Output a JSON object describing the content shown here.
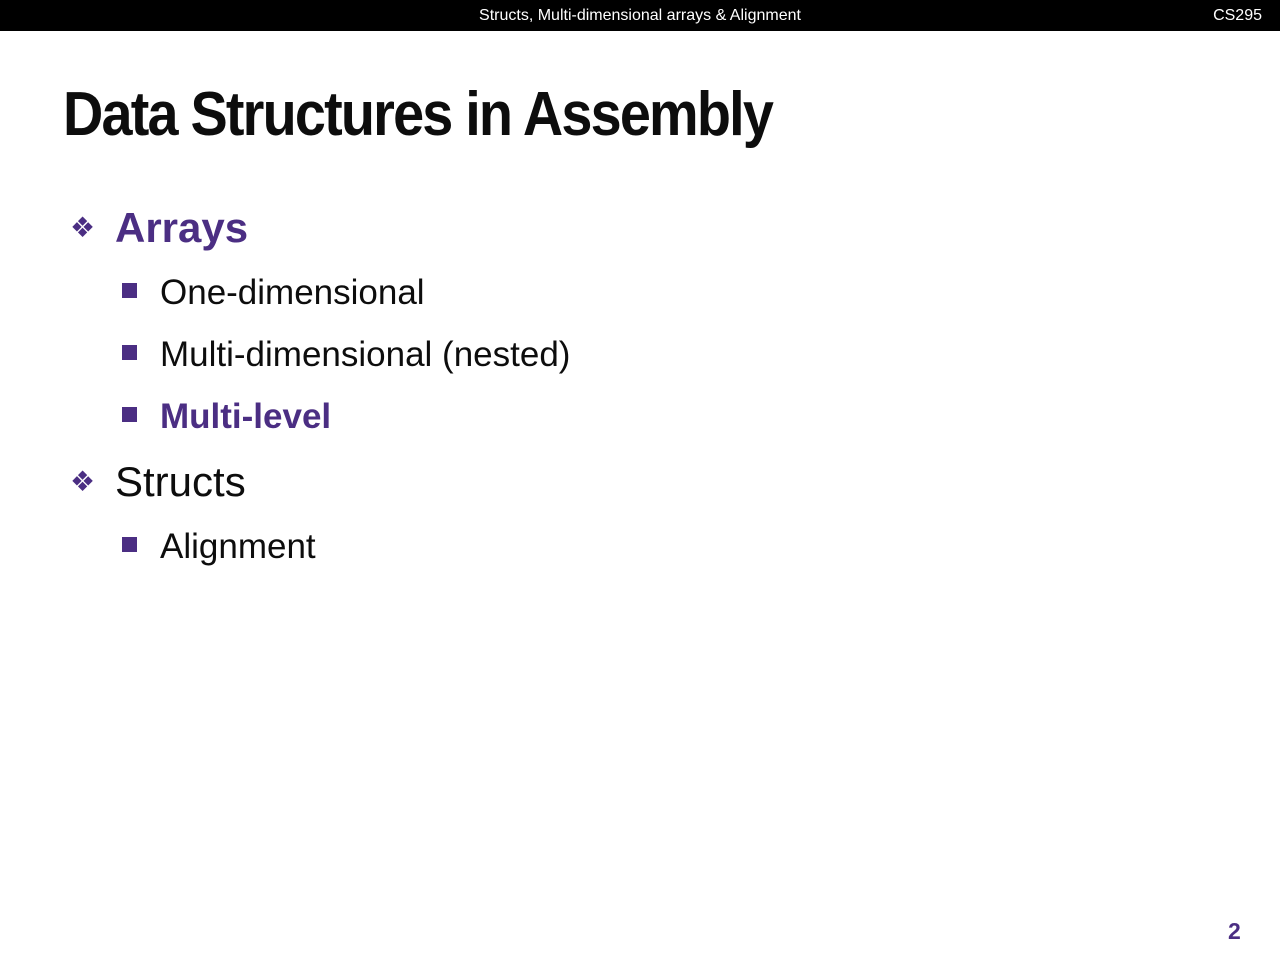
{
  "header": {
    "title": "Structs, Multi-dimensional arrays & Alignment",
    "course": "CS295"
  },
  "slide": {
    "title": "Data Structures in Assembly",
    "page_number": "2",
    "bullets": [
      {
        "level": 1,
        "text": "Arrays",
        "emphasis": true
      },
      {
        "level": 2,
        "text": "One-dimensional",
        "emphasis": false
      },
      {
        "level": 2,
        "text": "Multi-dimensional (nested)",
        "emphasis": false
      },
      {
        "level": 2,
        "text": "Multi-level",
        "emphasis": true
      },
      {
        "level": 1,
        "text": "Structs",
        "emphasis": false
      },
      {
        "level": 2,
        "text": "Alignment",
        "emphasis": false
      }
    ]
  },
  "icons": {
    "level1_bullet": "❖",
    "level2_bullet": "▪"
  },
  "colors": {
    "accent_purple": "#4B2E83",
    "header_bg": "#000000",
    "header_text": "#FFFFFF",
    "body_text": "#0d0d0d"
  }
}
